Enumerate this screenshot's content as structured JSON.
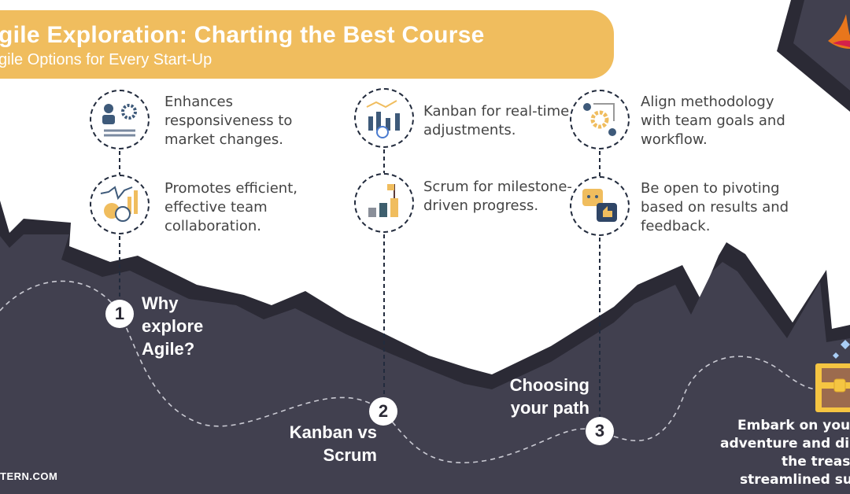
{
  "header": {
    "title": "gile Exploration: Charting the Best Course",
    "subtitle": "gile Options for Every Start-Up"
  },
  "steps": [
    {
      "number": "1",
      "label_lines": [
        "Why",
        "explore",
        "Agile?"
      ],
      "points": [
        "Enhances responsiveness to market changes.",
        "Promotes efficient, effective team collaboration."
      ]
    },
    {
      "number": "2",
      "label_lines": [
        "Kanban vs",
        "Scrum"
      ],
      "points": [
        "Kanban for real-time adjustments.",
        "Scrum for milestone-driven progress."
      ]
    },
    {
      "number": "3",
      "label_lines": [
        "Choosing",
        "your path"
      ],
      "points": [
        "Align methodology with team goals and workflow.",
        "Be open to pivoting based on results and feedback."
      ]
    }
  ],
  "finale": {
    "lines": [
      "Embark on your",
      "adventure and dis",
      "the treasu",
      "streamlined suc"
    ]
  },
  "footer": {
    "text": "TERN.COM"
  },
  "colors": {
    "accent": "#f0bd5e",
    "mountain": "#41404f",
    "mountain_edge": "#2b2a35",
    "text": "#444444"
  }
}
